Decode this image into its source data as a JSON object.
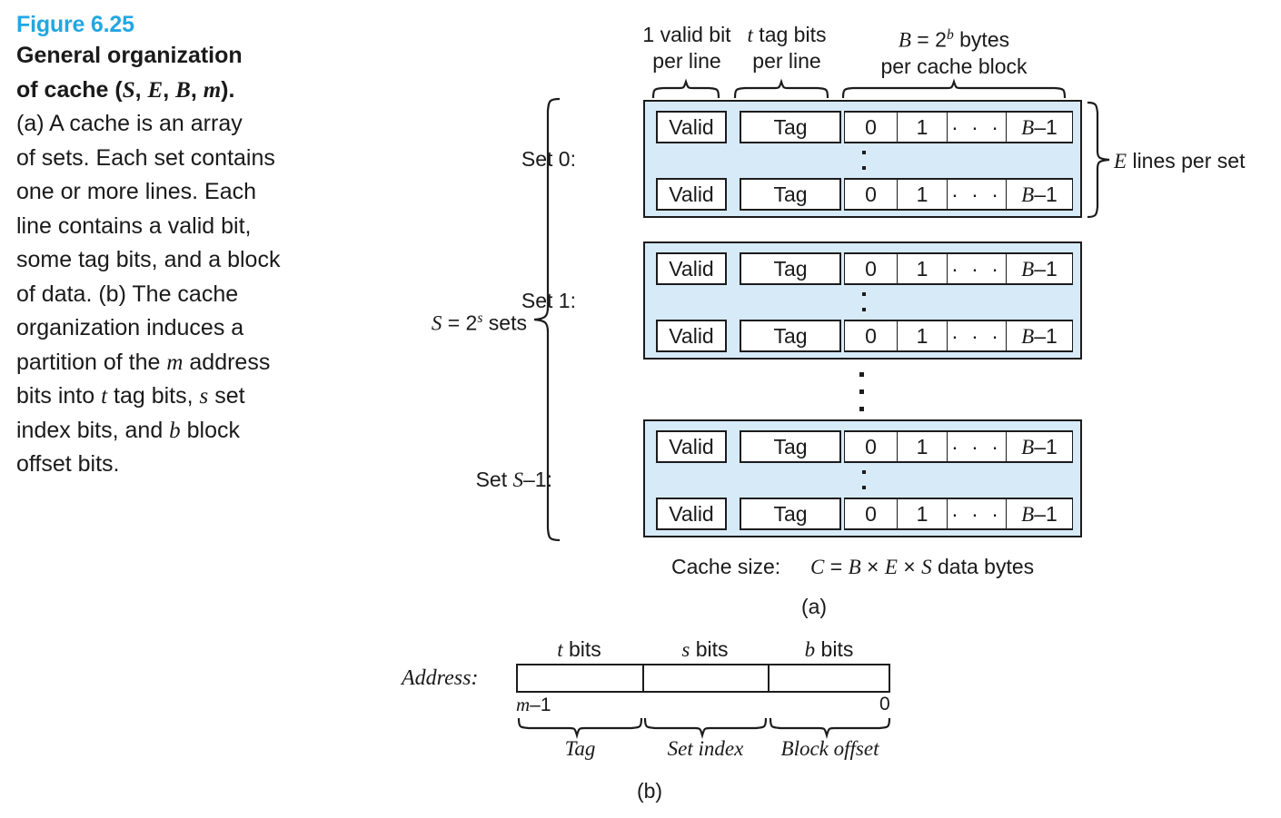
{
  "figure": {
    "number": "Figure 6.25",
    "title_bold": "General organization of cache",
    "title_params": "(S, E, B, m).",
    "body_lines": [
      "(a) A cache is an array",
      "of sets. Each set contains",
      "one or more lines. Each",
      "line contains a valid bit,",
      "some tag bits, and a block",
      "of data. (b) The cache",
      "organization induces a",
      "partition of the m address",
      "bits into t tag bits, s set",
      "index bits, and b block",
      "offset bits."
    ],
    "accent_color": "#22a7e0",
    "block_fill": "#d6eaf8",
    "line_color": "#1c1c1c"
  },
  "panel_a": {
    "label": "(a)",
    "column_headers": [
      {
        "line1": "1 valid bit",
        "line2": "per line"
      },
      {
        "line1": "t tag bits",
        "line2": "per line"
      },
      {
        "line1": "B = 2b bytes",
        "line2": "per cache block"
      }
    ],
    "sets_brace_label": "S = 2s sets",
    "lines_brace_label": "E lines per set",
    "set_labels": [
      "Set 0:",
      "Set 1:",
      "Set S–1:"
    ],
    "cache_line": {
      "valid": "Valid",
      "tag": "Tag",
      "data_cells": [
        "0",
        "1",
        "· · ·",
        "B–1"
      ]
    },
    "cache_size_label": "Cache size:",
    "cache_size_formula": "C = B × E × S data bytes"
  },
  "panel_b": {
    "label": "(b)",
    "address_label": "Address:",
    "segment_headers": [
      "t bits",
      "s bits",
      "b bits"
    ],
    "segment_footers": [
      "Tag",
      "Set index",
      "Block offset"
    ],
    "high_bit_label": "m–1",
    "low_bit_label": "0"
  }
}
